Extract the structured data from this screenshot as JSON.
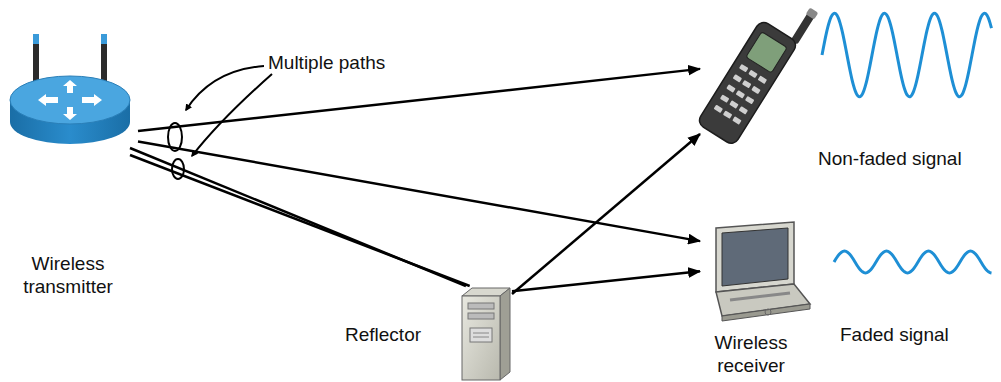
{
  "diagram": {
    "nodes": [
      {
        "text": [
          "Wireless transmitter"
        ]
      },
      {
        "text": [
          "Non-faded signal"
        ]
      },
      {
        "text": [
          "Reflector"
        ]
      },
      {
        "text": [
          "Wireless receiver",
          "Faded signal"
        ]
      }
    ],
    "edges": [
      {
        "from": 0,
        "to": 1,
        "arrow": "to"
      },
      {
        "from": 0,
        "to": 3,
        "arrow": "to"
      },
      {
        "from": 0,
        "to": 2,
        "arrow": "none"
      },
      {
        "from": 0,
        "to": 2,
        "arrow": "none"
      },
      {
        "from": 2,
        "to": 1,
        "arrow": "to"
      },
      {
        "from": 2,
        "to": 3,
        "arrow": "to"
      }
    ],
    "labels": [
      "Multiple paths"
    ]
  }
}
